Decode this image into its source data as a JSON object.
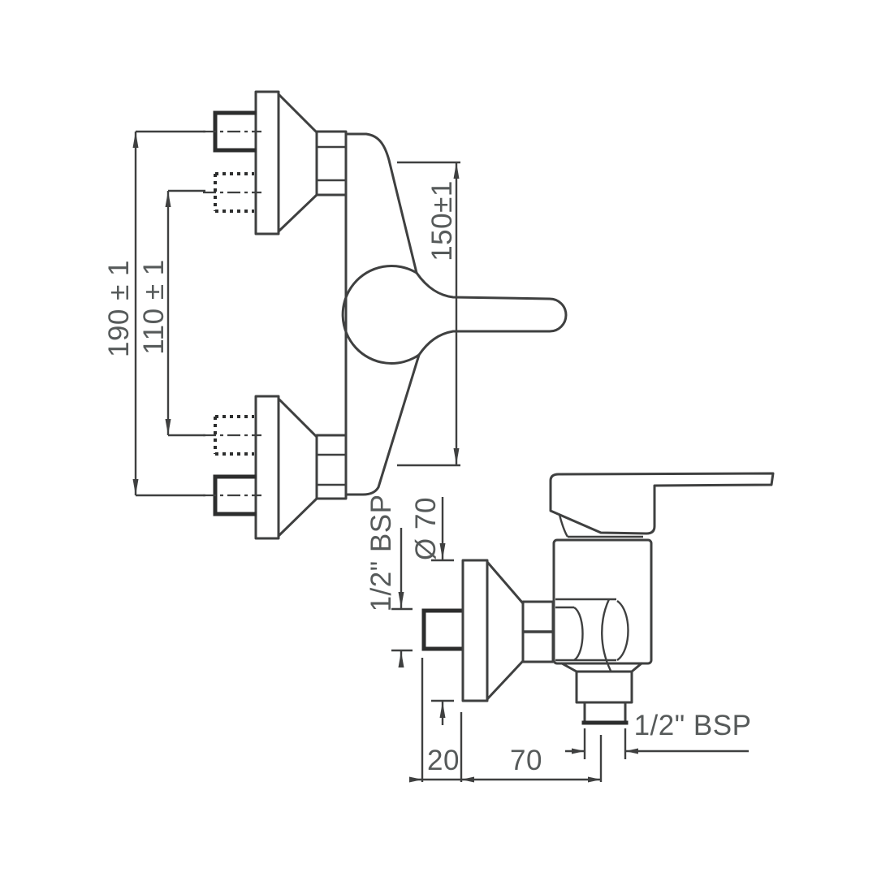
{
  "colors": {
    "line": "#3f4040",
    "line_thick": "#2c2d2d",
    "text": "#565a5a",
    "background": "#ffffff"
  },
  "front_view": {
    "overall_height_label": "190 ± 1",
    "inner_height_label": "110 ± 1",
    "body_height_label": "150±1"
  },
  "side_view": {
    "flange_diameter_label": "Ø 70",
    "inlet_thread_label": "1/2\" BSP",
    "outlet_thread_label": "1/2\" BSP",
    "projection_label": "20",
    "offset_label": "70"
  }
}
